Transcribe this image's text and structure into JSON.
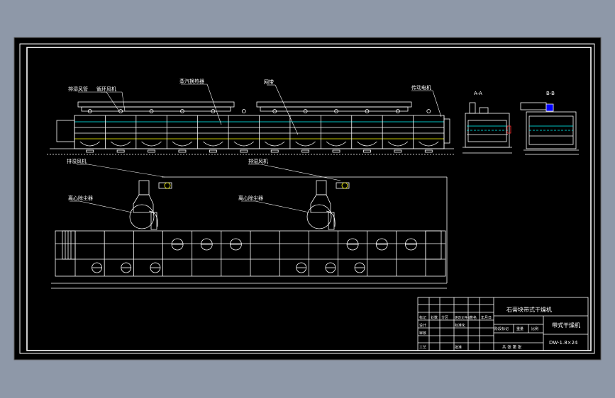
{
  "drawing": {
    "labels": {
      "side_top_1": "排湿风管",
      "side_top_2": "循环风机",
      "side_top_3": "蒸汽换热器",
      "side_top_4": "网带",
      "side_top_5": "传动电机",
      "section_a": "A-A",
      "section_b": "B-B",
      "plan_fan_label_1": "排湿风机",
      "plan_fan_label_2": "排湿风机",
      "plan_box_label_1": "离心除尘器",
      "plan_box_label_2": "离心除尘器"
    }
  },
  "title_block": {
    "project_name": "石膏块带式干燥机",
    "drawing_name": "带式干燥机",
    "drawing_number": "DW-1.8×24",
    "rows": [
      {
        "c1": "标记",
        "c2": "处数",
        "c3": "分区",
        "c4": "更改文件号",
        "c5": "签名",
        "c6": "年月日"
      },
      {
        "c1": "设计",
        "c2": "",
        "c3": "",
        "c4": "标准化",
        "c5": "",
        "c6": ""
      },
      {
        "c1": "审核",
        "c2": "",
        "c3": "",
        "c4": "",
        "c5": "",
        "c6": ""
      },
      {
        "c1": "工艺",
        "c2": "",
        "c3": "",
        "c4": "批准",
        "c5": "",
        "c6": ""
      }
    ],
    "stage_headers": [
      "阶段标记",
      "重量",
      "比例"
    ],
    "sheet_text": "共 张 第 张"
  },
  "colors": {
    "background": "#8e98a8",
    "paper": "#000000",
    "line": "#ffffff",
    "cyan": "#00ffff",
    "yellow": "#ffff00",
    "blue": "#0000ff"
  }
}
